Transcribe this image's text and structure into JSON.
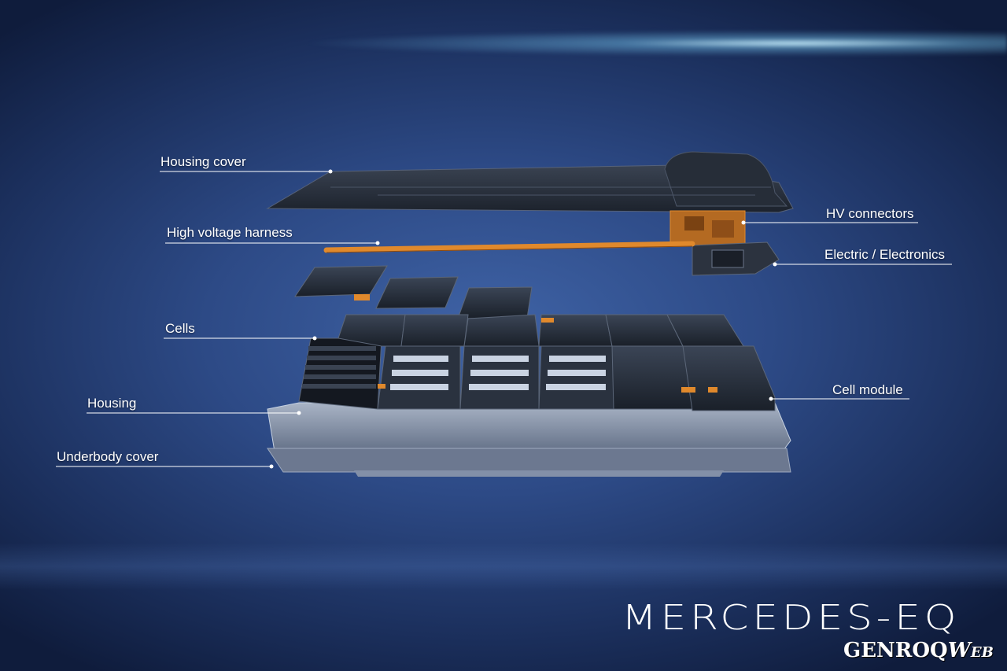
{
  "labels": {
    "housing_cover": "Housing cover",
    "high_voltage_harness": "High voltage harness",
    "cells": "Cells",
    "housing": "Housing",
    "underbody_cover": "Underbody cover",
    "hv_connectors": "HV connectors",
    "electric_electronics": "Electric / Electronics",
    "cell_module": "Cell module"
  },
  "branding": {
    "logo_text": "MERCEDES-EQ",
    "watermark_main": "GENROQ",
    "watermark_web": "Web"
  },
  "colors": {
    "leader_line": "#ffffff",
    "cable_orange": "#e0892c",
    "module_dark": "#1f2630",
    "housing_grey": "#8f9bb0"
  },
  "icons": [
    "battery-pack-illustration"
  ]
}
